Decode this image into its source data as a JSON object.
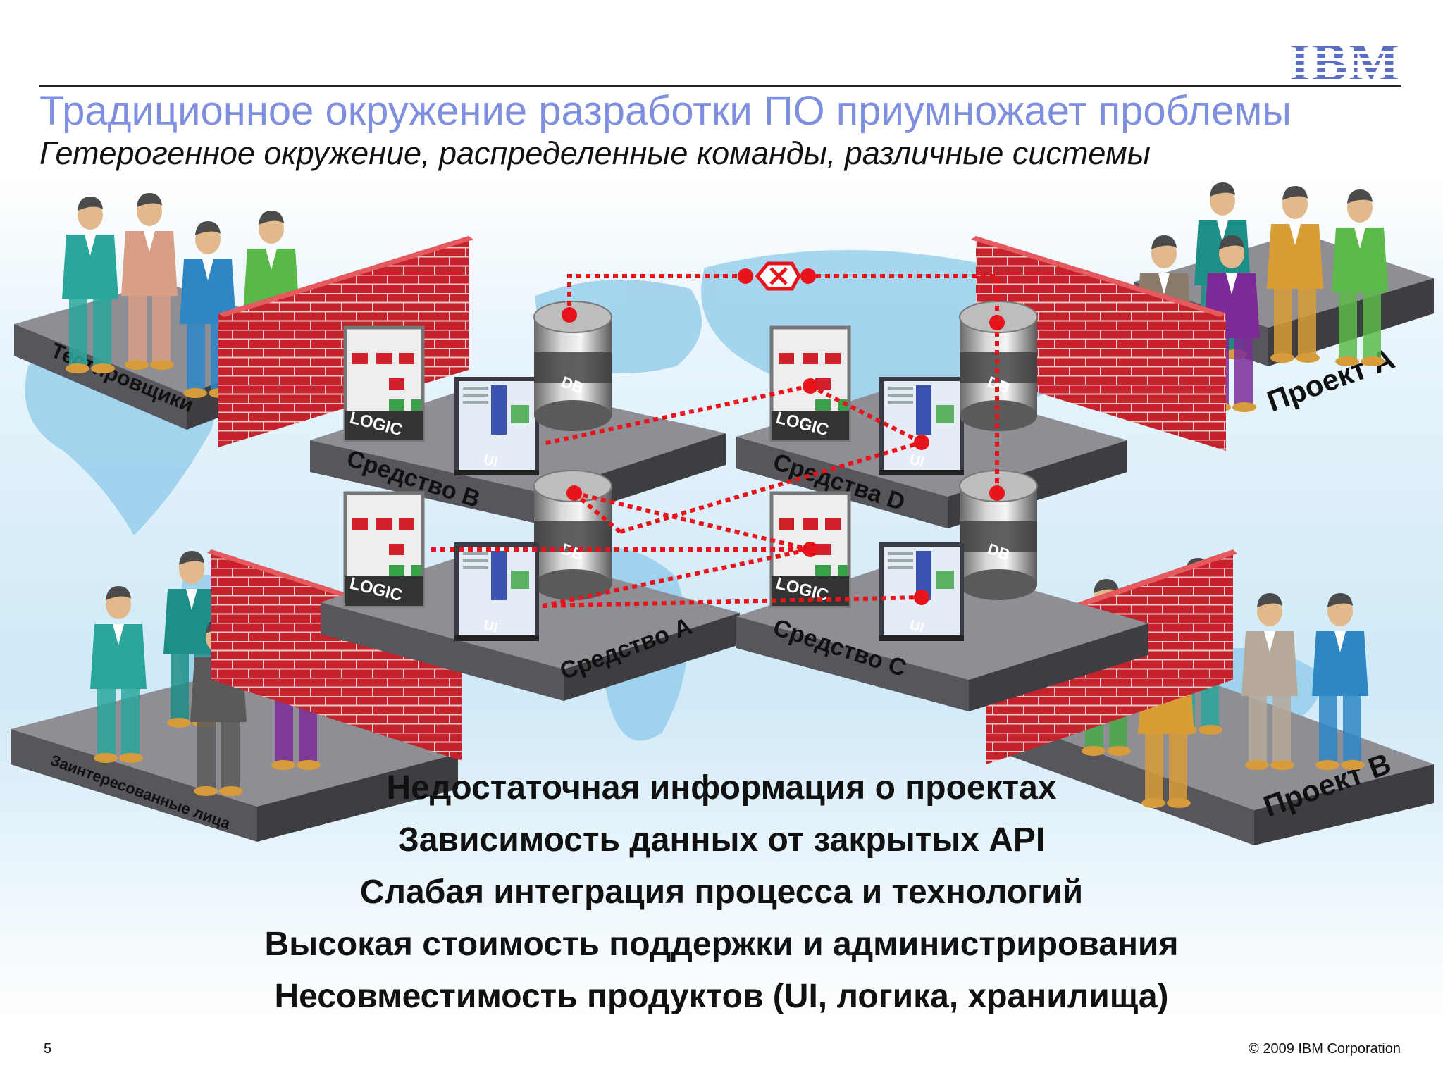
{
  "header": {
    "logo": "IBM",
    "title": "Традиционное окружение разработки ПО приумножает проблемы",
    "subtitle": "Гетерогенное окружение, распределенные команды, различные системы"
  },
  "groups": {
    "testers": "Тестировщики",
    "project_a": "Проект А",
    "stakeholders": "Заинтересованные лица",
    "project_b": "Проект В"
  },
  "tools": {
    "tool_b": "Средство В",
    "tool_d": "Средства D",
    "tool_a": "Средство А",
    "tool_c": "Средство С"
  },
  "tier_labels": {
    "logic": "LOGIC",
    "ui": "UI",
    "db": "DB"
  },
  "problems": [
    "Недостаточная информация о проектах",
    "Зависимость данных от закрытых API",
    "Слабая интеграция процесса и технологий",
    "Высокая стоимость поддержки и администрирования",
    "Несовместимость продуктов (UI, логика, хранилища)"
  ],
  "footer": {
    "page": "5",
    "copyright": "© 2009 IBM Corporation"
  },
  "colors": {
    "title": "#7f8fe0",
    "brick": "#c4232b",
    "connector": "#e8141c",
    "platform": "#6d6d73",
    "logo": "#5a6fc4"
  }
}
